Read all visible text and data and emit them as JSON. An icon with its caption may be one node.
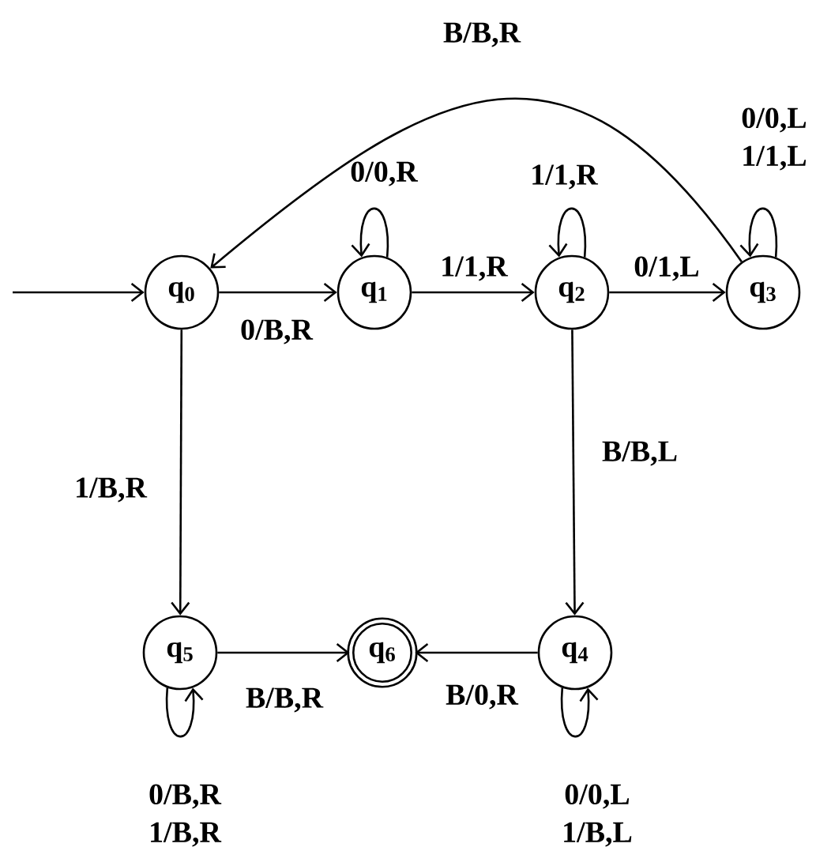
{
  "diagram": {
    "nodes": [
      {
        "text": [
          "q$_{0}$"
        ]
      },
      {
        "text": [
          "q$_{1}$"
        ]
      },
      {
        "text": [
          "q$_{2}$"
        ]
      },
      {
        "text": [
          "q$_{3}$"
        ]
      },
      {
        "text": [
          "q$_{5}$"
        ]
      },
      {
        "text": [
          "q$_{6}$"
        ]
      },
      {
        "text": [
          "q$_{4}$"
        ]
      }
    ],
    "edges": [
      {
        "from": null,
        "to": 0,
        "arrow": "to"
      },
      {
        "from": 0,
        "to": 1,
        "arrow": "to",
        "label": "0/B,R"
      },
      {
        "from": 1,
        "to": 1,
        "arrow": "to",
        "label": "0/0,R"
      },
      {
        "from": 1,
        "to": 2,
        "arrow": "to",
        "label": "1/1,R"
      },
      {
        "from": 2,
        "to": 2,
        "arrow": "to",
        "label": "1/1,R"
      },
      {
        "from": 2,
        "to": 3,
        "arrow": "to",
        "label": "0/1,L"
      },
      {
        "from": 3,
        "to": 3,
        "arrow": "to",
        "label": "0/0,L 1/1,L"
      },
      {
        "from": 3,
        "to": 0,
        "arrow": "to",
        "label": "B/B,R"
      },
      {
        "from": 0,
        "to": 4,
        "arrow": "to",
        "label": "1/B,R"
      },
      {
        "from": 2,
        "to": 6,
        "arrow": "to",
        "label": "B/B,L"
      },
      {
        "from": 4,
        "to": 5,
        "arrow": "to",
        "label": "B/B,R"
      },
      {
        "from": 4,
        "to": 4,
        "arrow": "to",
        "label": "0/B,R 1/B,R"
      },
      {
        "from": 6,
        "to": 5,
        "arrow": "to",
        "label": "B/0,R"
      },
      {
        "from": 6,
        "to": 6,
        "arrow": "to",
        "label": "0/0,L 1/B,L"
      }
    ]
  }
}
